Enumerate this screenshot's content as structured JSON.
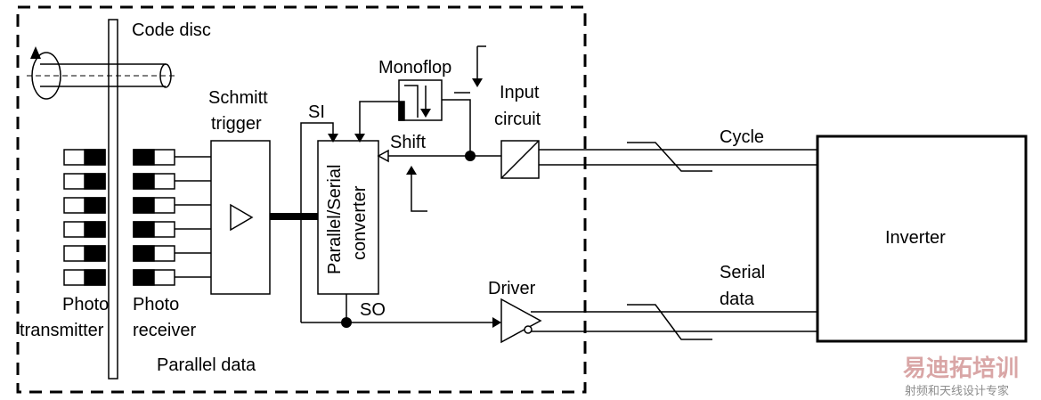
{
  "diagram": {
    "labels": {
      "code_disc": "Code disc",
      "monoflop": "Monoflop",
      "schmitt_trigger_1": "Schmitt",
      "schmitt_trigger_2": "trigger",
      "si": "SI",
      "input_circuit_1": "Input",
      "input_circuit_2": "circuit",
      "shift": "Shift",
      "cycle": "Cycle",
      "parallel_serial_converter_1": "Parallel/Serial",
      "parallel_serial_converter_2": "converter",
      "inverter": "Inverter",
      "serial_data_1": "Serial",
      "serial_data_2": "data",
      "driver": "Driver",
      "so": "SO",
      "photo_transmitter_1": "Photo",
      "photo_transmitter_2": "transmitter",
      "photo_receiver_1": "Photo",
      "photo_receiver_2": "receiver",
      "parallel_data": "Parallel data"
    },
    "watermark": {
      "line1": "易迪拓培训",
      "line2": "射频和天线设计专家"
    }
  }
}
